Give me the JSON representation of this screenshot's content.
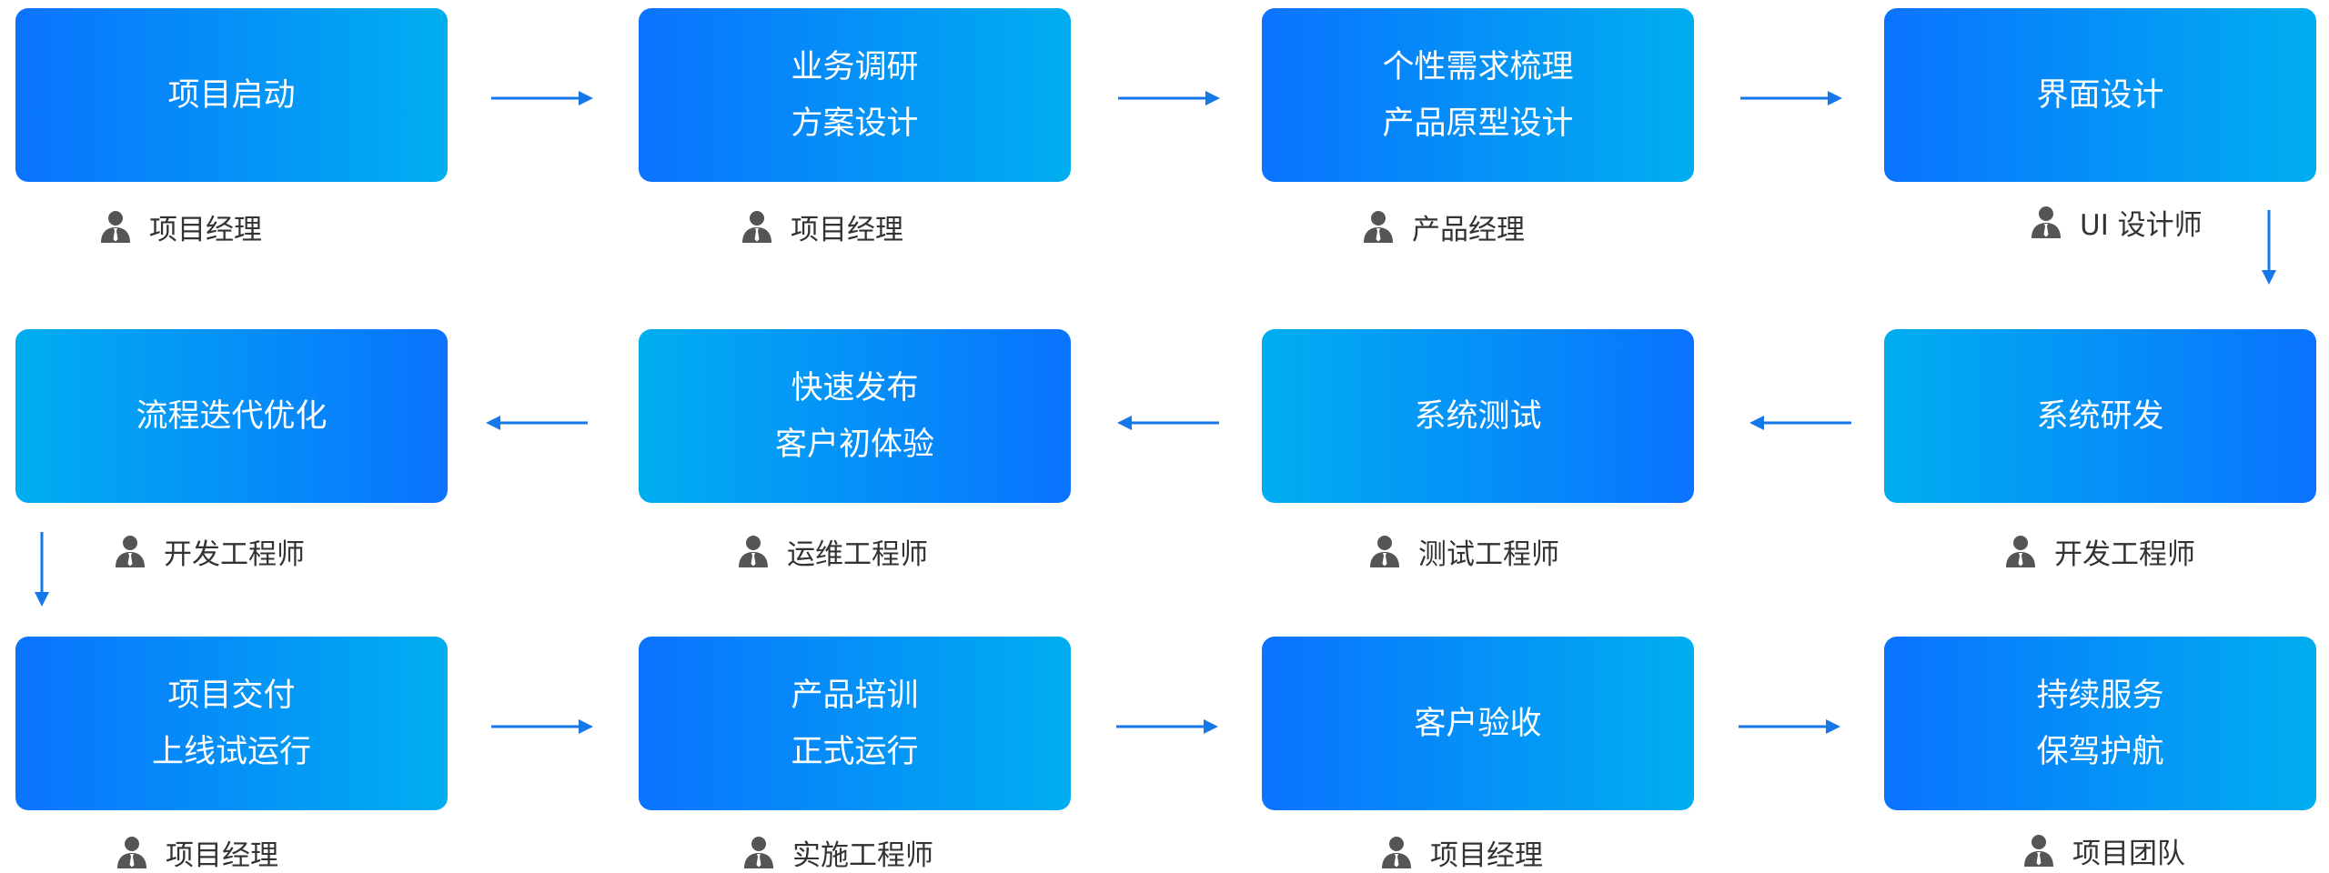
{
  "accent_colors": {
    "gradient_deep": "#0a73ff",
    "gradient_light": "#00aef0",
    "arrow": "#1677e8",
    "role_text": "#333333",
    "role_icon": "#555555"
  },
  "steps": [
    {
      "lines": [
        "项目启动"
      ],
      "role": "项目经理"
    },
    {
      "lines": [
        "业务调研",
        "方案设计"
      ],
      "role": "项目经理"
    },
    {
      "lines": [
        "个性需求梳理",
        "产品原型设计"
      ],
      "role": "产品经理"
    },
    {
      "lines": [
        "界面设计"
      ],
      "role": "UI 设计师"
    },
    {
      "lines": [
        "系统研发"
      ],
      "role": "开发工程师"
    },
    {
      "lines": [
        "系统测试"
      ],
      "role": "测试工程师"
    },
    {
      "lines": [
        "快速发布",
        "客户初体验"
      ],
      "role": "运维工程师"
    },
    {
      "lines": [
        "流程迭代优化"
      ],
      "role": "开发工程师"
    },
    {
      "lines": [
        "项目交付",
        "上线试运行"
      ],
      "role": "项目经理"
    },
    {
      "lines": [
        "产品培训",
        "正式运行"
      ],
      "role": "实施工程师"
    },
    {
      "lines": [
        "客户验收"
      ],
      "role": "项目经理"
    },
    {
      "lines": [
        "持续服务",
        "保驾护航"
      ],
      "role": "项目团队"
    }
  ],
  "role_icon_name": "person-icon"
}
